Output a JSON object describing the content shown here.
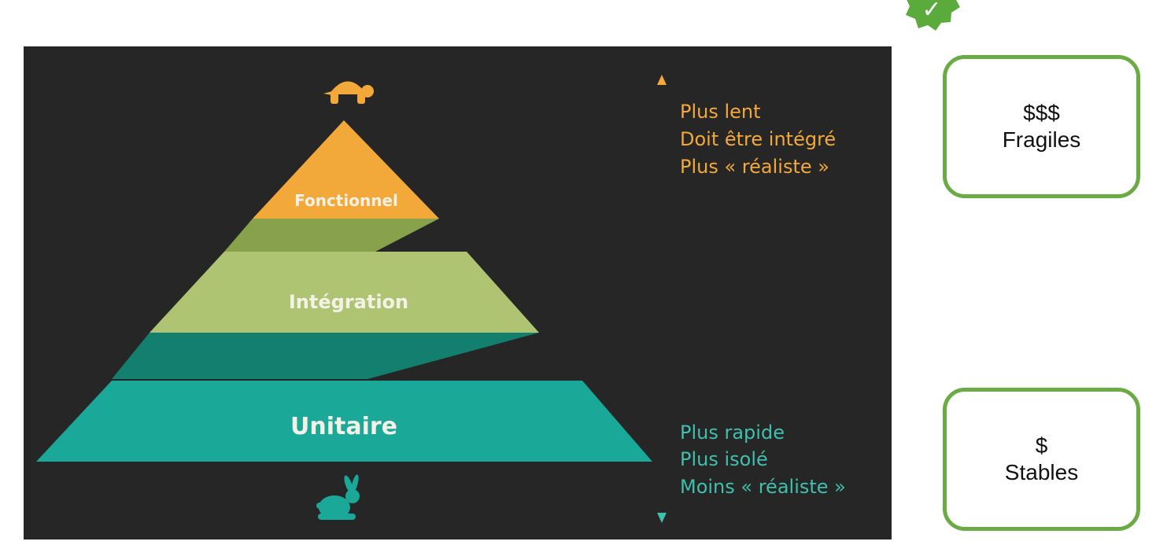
{
  "pyramid": {
    "layers": [
      {
        "label": "Fonctionnel",
        "color": "#f3a93a"
      },
      {
        "label": "Intégration",
        "color": "#aec473"
      },
      {
        "label": "Unitaire",
        "color": "#1aa898"
      }
    ],
    "connector_colors": [
      "#87a24a",
      "#137f6f"
    ],
    "top_icon": "turtle-icon",
    "bottom_icon": "rabbit-icon"
  },
  "scale": {
    "top_color": "#f3a93a",
    "bottom_color": "#3fbfae",
    "top_notes": [
      "Plus lent",
      "Doit être intégré",
      "Plus « réaliste »"
    ],
    "bottom_notes": [
      "Plus rapide",
      "Plus isolé",
      "Moins « réaliste »"
    ]
  },
  "cards": {
    "border_color": "#6aab44",
    "top": {
      "cost": "$$$",
      "label": "Fragiles"
    },
    "bottom": {
      "cost": "$",
      "label": "Stables"
    }
  },
  "badge": {
    "icon": "check-badge-icon",
    "glyph": "✓",
    "color": "#5aab3c"
  }
}
